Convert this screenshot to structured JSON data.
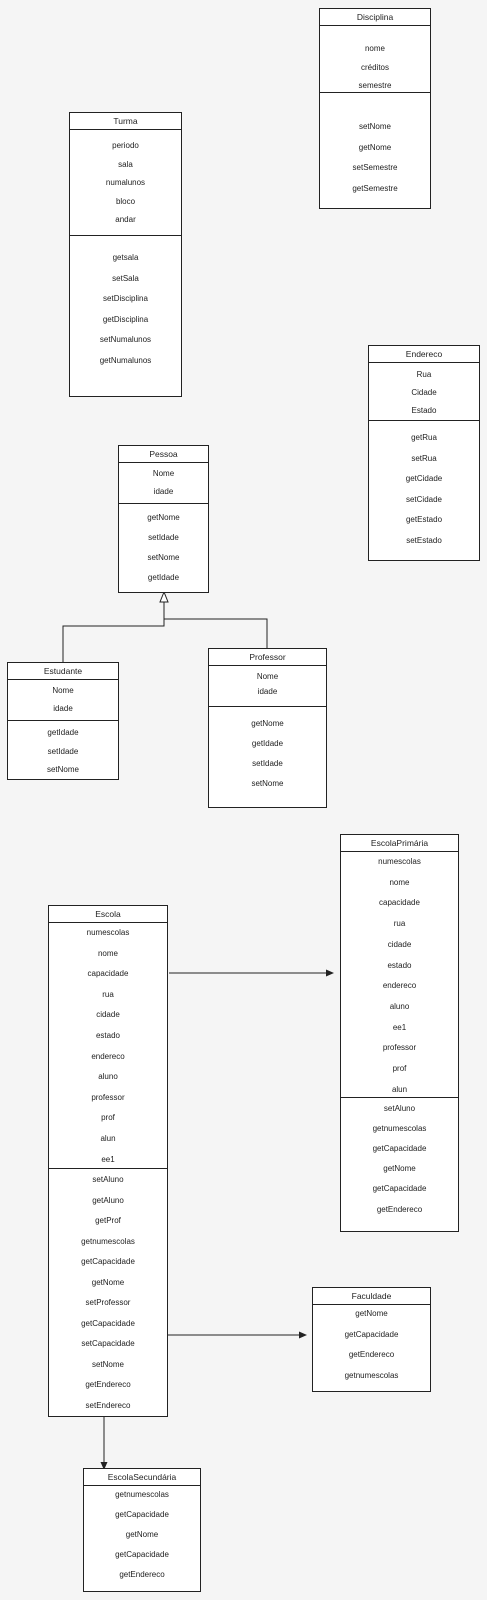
{
  "classes": {
    "disciplina": {
      "title": "Disciplina",
      "attributes": [
        "nome",
        "créditos",
        "semestre"
      ],
      "methods": [
        "setNome",
        "getNome",
        "setSemestre",
        "getSemestre"
      ]
    },
    "turma": {
      "title": "Turma",
      "attributes": [
        "periodo",
        "sala",
        "numalunos",
        "bloco",
        "andar"
      ],
      "methods": [
        "getsala",
        "setSala",
        "setDisciplina",
        "getDisciplina",
        "setNumalunos",
        "getNumalunos"
      ]
    },
    "endereco": {
      "title": "Endereco",
      "attributes": [
        "Rua",
        "Cidade",
        "Estado"
      ],
      "methods": [
        "getRua",
        "setRua",
        "getCidade",
        "setCidade",
        "getEstado",
        "setEstado"
      ]
    },
    "pessoa": {
      "title": "Pessoa",
      "attributes": [
        "Nome",
        "idade"
      ],
      "methods": [
        "getNome",
        "setIdade",
        "setNome",
        "getIdade"
      ]
    },
    "estudante": {
      "title": "Estudante",
      "attributes": [
        "Nome",
        "idade"
      ],
      "methods": [
        "getIdade",
        "setIdade",
        "setNome"
      ]
    },
    "professor": {
      "title": "Professor",
      "attributes": [
        "Nome",
        "idade"
      ],
      "methods": [
        "getNome",
        "getIdade",
        "setIdade",
        "setNome"
      ]
    },
    "escola": {
      "title": "Escola",
      "attributes": [
        "numescolas",
        "nome",
        "capacidade",
        "rua",
        "cidade",
        "estado",
        "endereco",
        "aluno",
        "professor",
        "prof",
        "alun",
        "ee1"
      ],
      "methods": [
        "setAluno",
        "getAluno",
        "getProf",
        "getnumescolas",
        "getCapacidade",
        "getNome",
        "setProfessor",
        "getCapacidade",
        "setCapacidade",
        "setNome",
        "getEndereco",
        "setEndereco"
      ]
    },
    "escolaPrimaria": {
      "title": "EscolaPrimária",
      "attributes": [
        "numescolas",
        "nome",
        "capacidade",
        "rua",
        "cidade",
        "estado",
        "endereco",
        "aluno",
        "ee1",
        "professor",
        "prof",
        "alun"
      ],
      "methods": [
        "setAluno",
        "getnumescolas",
        "getCapacidade",
        "getNome",
        "getCapacidade",
        "getEndereco"
      ]
    },
    "faculdade": {
      "title": "Faculdade",
      "attributes": [],
      "methods": [
        "getNome",
        "getCapacidade",
        "getEndereco",
        "getnumescolas"
      ]
    },
    "escolaSecundaria": {
      "title": "EscolaSecundária",
      "attributes": [],
      "methods": [
        "getnumescolas",
        "getCapacidade",
        "getNome",
        "getCapacidade",
        "getEndereco"
      ]
    }
  }
}
